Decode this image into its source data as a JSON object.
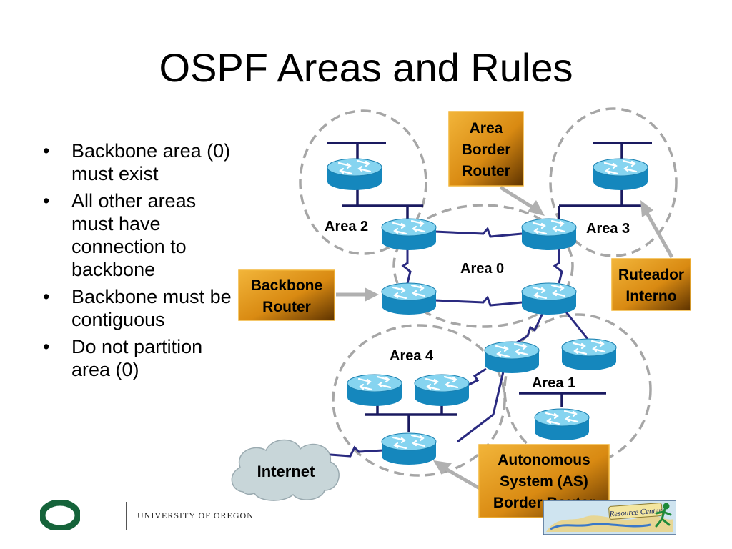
{
  "slide": {
    "title": "OSPF Areas and Rules",
    "bullets": [
      "Backbone area (0) must exist",
      "All other areas must have connection to backbone",
      "Backbone must be contiguous",
      "Do not partition area (0)"
    ],
    "bullet_symbol": "•"
  },
  "diagram": {
    "areas": {
      "area0": "Area 0",
      "area1": "Area 1",
      "area2": "Area 2",
      "area3": "Area 3",
      "area4": "Area 4"
    },
    "callouts": {
      "abr": [
        "Area",
        "Border",
        "Router"
      ],
      "backbone": [
        "Backbone",
        "Router"
      ],
      "internal": [
        "Ruteador",
        "Interno"
      ],
      "asbr": [
        "Autonomous",
        "System (AS)",
        "Border Router"
      ]
    },
    "cloud_label": "Internet"
  },
  "footer": {
    "university": "UNIVERSITY OF OREGON",
    "resource_center": "Resource Center"
  },
  "colors": {
    "callout_light": "#e8a22a",
    "callout_dark": "#6a3a00",
    "router_body": "#1b95c8",
    "router_top": "#7fd0ee",
    "link": "#2a2a80",
    "dashed_circle": "#a0a0a0",
    "cloud": "#c5d5d8",
    "uo_green": "#15633a"
  }
}
